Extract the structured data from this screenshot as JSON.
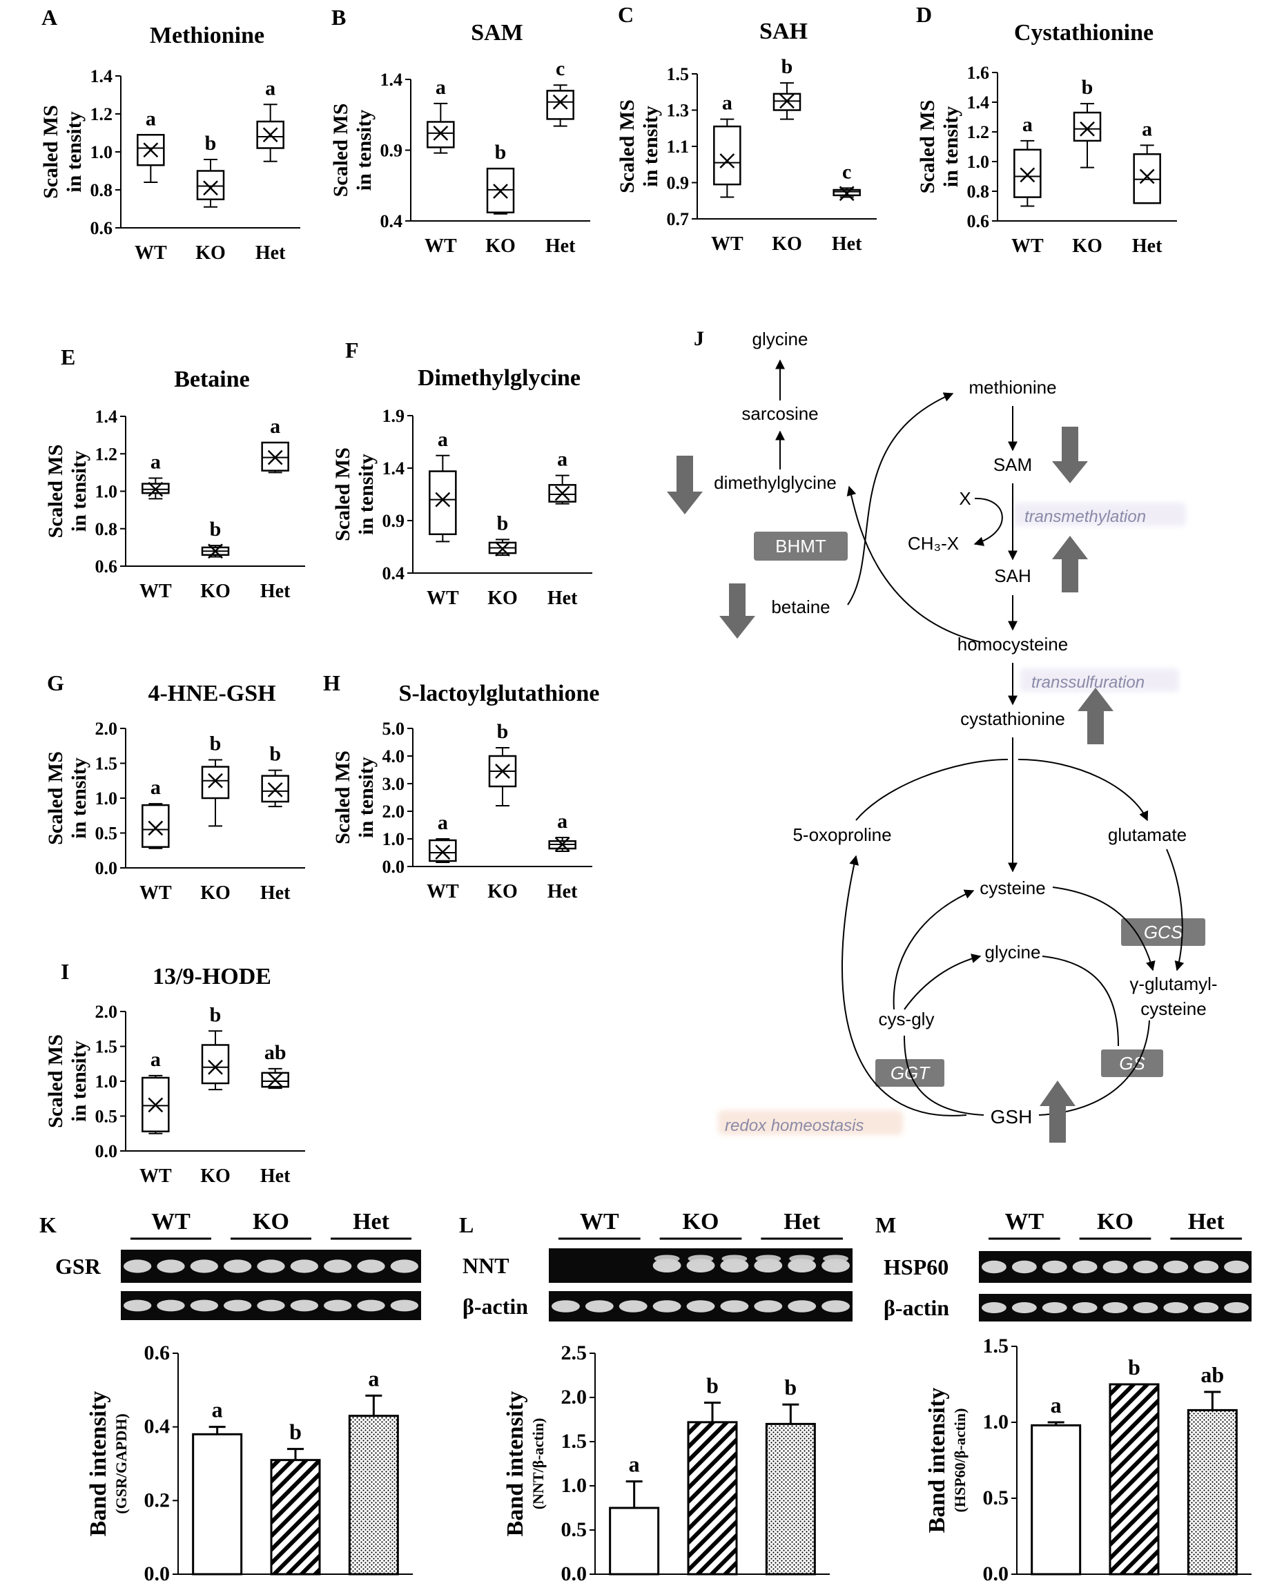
{
  "chart_data": [
    {
      "panel": "A",
      "type": "box",
      "title": "Methionine",
      "ylabel": [
        "Scaled MS",
        "in tensity"
      ],
      "ticks": [
        "0.6",
        "0.8",
        "1.0",
        "1.2",
        "1.4"
      ],
      "ylim": [
        0.6,
        1.4
      ],
      "categories": [
        "WT",
        "KO",
        "Het"
      ],
      "boxes": [
        {
          "min": 0.84,
          "q1": 0.93,
          "median": 1.02,
          "q3": 1.09,
          "max": 1.09,
          "mean": 1.01
        },
        {
          "min": 0.71,
          "q1": 0.75,
          "median": 0.82,
          "q3": 0.9,
          "max": 0.96,
          "mean": 0.81
        },
        {
          "min": 0.95,
          "q1": 1.02,
          "median": 1.08,
          "q3": 1.16,
          "max": 1.25,
          "mean": 1.09
        }
      ],
      "letters": [
        "a",
        "b",
        "a"
      ]
    },
    {
      "panel": "B",
      "type": "box",
      "title": "SAM",
      "ylabel": [
        "Scaled MS",
        "in tensity"
      ],
      "ticks": [
        "0.4",
        "0.9",
        "1.4"
      ],
      "ylim": [
        0.4,
        1.4
      ],
      "categories": [
        "WT",
        "KO",
        "Het"
      ],
      "boxes": [
        {
          "min": 0.88,
          "q1": 0.92,
          "median": 1.02,
          "q3": 1.1,
          "max": 1.23,
          "mean": 1.02
        },
        {
          "min": 0.45,
          "q1": 0.46,
          "median": 0.62,
          "q3": 0.77,
          "max": 0.77,
          "mean": 0.61
        },
        {
          "min": 1.07,
          "q1": 1.12,
          "median": 1.24,
          "q3": 1.32,
          "max": 1.36,
          "mean": 1.24
        }
      ],
      "letters": [
        "a",
        "b",
        "c"
      ]
    },
    {
      "panel": "C",
      "type": "box",
      "title": "SAH",
      "ylabel": [
        "Scaled MS",
        "in tensity"
      ],
      "ticks": [
        "0.7",
        "0.9",
        "1.1",
        "1.3",
        "1.5"
      ],
      "ylim": [
        0.7,
        1.5
      ],
      "categories": [
        "WT",
        "KO",
        "Het"
      ],
      "boxes": [
        {
          "min": 0.82,
          "q1": 0.89,
          "median": 1.01,
          "q3": 1.21,
          "max": 1.25,
          "mean": 1.02
        },
        {
          "min": 1.25,
          "q1": 1.3,
          "median": 1.35,
          "q3": 1.39,
          "max": 1.45,
          "mean": 1.35
        },
        {
          "min": 0.82,
          "q1": 0.83,
          "median": 0.85,
          "q3": 0.86,
          "max": 0.87,
          "mean": 0.84
        }
      ],
      "letters": [
        "a",
        "b",
        "c"
      ]
    },
    {
      "panel": "D",
      "type": "box",
      "title": "Cystathionine",
      "ylabel": [
        "Scaled MS",
        "in tensity"
      ],
      "ticks": [
        "0.6",
        "0.8",
        "1.0",
        "1.2",
        "1.4",
        "1.6"
      ],
      "ylim": [
        0.6,
        1.6
      ],
      "categories": [
        "WT",
        "KO",
        "Het"
      ],
      "boxes": [
        {
          "min": 0.7,
          "q1": 0.76,
          "median": 0.9,
          "q3": 1.08,
          "max": 1.14,
          "mean": 0.91
        },
        {
          "min": 0.96,
          "q1": 1.14,
          "median": 1.22,
          "q3": 1.33,
          "max": 1.39,
          "mean": 1.22
        },
        {
          "min": 0.72,
          "q1": 0.72,
          "median": 0.88,
          "q3": 1.05,
          "max": 1.11,
          "mean": 0.9
        }
      ],
      "letters": [
        "a",
        "b",
        "a"
      ]
    },
    {
      "panel": "E",
      "type": "box",
      "title": "Betaine",
      "ylabel": [
        "Scaled MS",
        "in tensity"
      ],
      "ticks": [
        "0.6",
        "0.8",
        "1.0",
        "1.2",
        "1.4"
      ],
      "ylim": [
        0.6,
        1.4
      ],
      "categories": [
        "WT",
        "KO",
        "Het"
      ],
      "boxes": [
        {
          "min": 0.96,
          "q1": 0.99,
          "median": 1.01,
          "q3": 1.04,
          "max": 1.07,
          "mean": 1.01
        },
        {
          "min": 0.65,
          "q1": 0.66,
          "median": 0.68,
          "q3": 0.7,
          "max": 0.71,
          "mean": 0.68
        },
        {
          "min": 1.1,
          "q1": 1.11,
          "median": 1.18,
          "q3": 1.26,
          "max": 1.26,
          "mean": 1.18
        }
      ],
      "letters": [
        "a",
        "b",
        "a"
      ]
    },
    {
      "panel": "F",
      "type": "box",
      "title": "Dimethylglycine",
      "ylabel": [
        "Scaled MS",
        "in tensity"
      ],
      "ticks": [
        "0.4",
        "0.9",
        "1.4",
        "1.9"
      ],
      "ylim": [
        0.4,
        1.9
      ],
      "categories": [
        "WT",
        "KO",
        "Het"
      ],
      "boxes": [
        {
          "min": 0.7,
          "q1": 0.77,
          "median": 1.1,
          "q3": 1.37,
          "max": 1.52,
          "mean": 1.1
        },
        {
          "min": 0.57,
          "q1": 0.59,
          "median": 0.64,
          "q3": 0.69,
          "max": 0.72,
          "mean": 0.63
        },
        {
          "min": 1.06,
          "q1": 1.08,
          "median": 1.15,
          "q3": 1.24,
          "max": 1.33,
          "mean": 1.16
        }
      ],
      "letters": [
        "a",
        "b",
        "a"
      ]
    },
    {
      "panel": "G",
      "type": "box",
      "title": "4-HNE-GSH",
      "ylabel": [
        "Scaled MS",
        "in tensity"
      ],
      "ticks": [
        "0.0",
        "0.5",
        "1.0",
        "1.5",
        "2.0"
      ],
      "ylim": [
        0,
        2.0
      ],
      "categories": [
        "WT",
        "KO",
        "Het"
      ],
      "boxes": [
        {
          "min": 0.28,
          "q1": 0.3,
          "median": 0.55,
          "q3": 0.9,
          "max": 0.92,
          "mean": 0.57
        },
        {
          "min": 0.6,
          "q1": 1.0,
          "median": 1.25,
          "q3": 1.45,
          "max": 1.55,
          "mean": 1.25
        },
        {
          "min": 0.88,
          "q1": 0.95,
          "median": 1.1,
          "q3": 1.32,
          "max": 1.4,
          "mean": 1.12
        }
      ],
      "letters": [
        "a",
        "b",
        "b"
      ]
    },
    {
      "panel": "H",
      "type": "box",
      "title": "S-lactoylglutathione",
      "ylabel": [
        "Scaled MS",
        "in tensity"
      ],
      "ticks": [
        "0.0",
        "1.0",
        "2.0",
        "3.0",
        "4.0",
        "5.0"
      ],
      "ylim": [
        0,
        5.0
      ],
      "categories": [
        "WT",
        "KO",
        "Het"
      ],
      "boxes": [
        {
          "min": 0.15,
          "q1": 0.2,
          "median": 0.5,
          "q3": 0.95,
          "max": 1.0,
          "mean": 0.52
        },
        {
          "min": 2.2,
          "q1": 2.9,
          "median": 3.45,
          "q3": 4.0,
          "max": 4.3,
          "mean": 3.45
        },
        {
          "min": 0.55,
          "q1": 0.65,
          "median": 0.8,
          "q3": 0.92,
          "max": 1.05,
          "mean": 0.8
        }
      ],
      "letters": [
        "a",
        "b",
        "a"
      ]
    },
    {
      "panel": "I",
      "type": "box",
      "title": "13/9-HODE",
      "ylabel": [
        "Scaled MS",
        "in tensity"
      ],
      "ticks": [
        "0.0",
        "0.5",
        "1.0",
        "1.5",
        "2.0"
      ],
      "ylim": [
        0,
        2.0
      ],
      "categories": [
        "WT",
        "KO",
        "Het"
      ],
      "boxes": [
        {
          "min": 0.25,
          "q1": 0.28,
          "median": 0.65,
          "q3": 1.05,
          "max": 1.08,
          "mean": 0.66
        },
        {
          "min": 0.88,
          "q1": 0.97,
          "median": 1.2,
          "q3": 1.52,
          "max": 1.72,
          "mean": 1.2
        },
        {
          "min": 0.9,
          "q1": 0.92,
          "median": 1.0,
          "q3": 1.12,
          "max": 1.18,
          "mean": 1.02
        }
      ],
      "letters": [
        "a",
        "b",
        "ab"
      ]
    },
    {
      "panel": "K",
      "type": "bar",
      "ylabel": [
        "Band intensity",
        "(GSR/GAPDH)"
      ],
      "ticks": [
        "0.0",
        "0.2",
        "0.4",
        "0.6"
      ],
      "ylim": [
        0,
        0.6
      ],
      "categories": [
        "WT",
        "KO",
        "Het"
      ],
      "values": [
        0.38,
        0.31,
        0.43
      ],
      "errors": [
        0.02,
        0.03,
        0.055
      ],
      "letters": [
        "a",
        "b",
        "a"
      ],
      "patterns": [
        "open",
        "hatch",
        "dots"
      ]
    },
    {
      "panel": "L",
      "type": "bar",
      "ylabel": [
        "Band intensity",
        "(NNT/β-actin)"
      ],
      "ticks": [
        "0.0",
        "0.5",
        "1.0",
        "1.5",
        "2.0",
        "2.5"
      ],
      "ylim": [
        0,
        2.5
      ],
      "categories": [
        "WT",
        "KO",
        "Het"
      ],
      "values": [
        0.75,
        1.72,
        1.7
      ],
      "errors": [
        0.3,
        0.22,
        0.22
      ],
      "letters": [
        "a",
        "b",
        "b"
      ],
      "patterns": [
        "open",
        "hatch",
        "dots"
      ]
    },
    {
      "panel": "M",
      "type": "bar",
      "ylabel": [
        "Band intensity",
        "(HSP60/β-actin)"
      ],
      "ticks": [
        "0.0",
        "0.5",
        "1.0",
        "1.5"
      ],
      "ylim": [
        0,
        1.5
      ],
      "categories": [
        "WT",
        "KO",
        "Het"
      ],
      "values": [
        0.98,
        1.25,
        1.08
      ],
      "errors": [
        0.02,
        0.0,
        0.12
      ],
      "letters": [
        "a",
        "b",
        "ab"
      ],
      "patterns": [
        "open",
        "hatch",
        "dots"
      ]
    }
  ],
  "blots": [
    {
      "panel": "K",
      "groups": [
        "WT",
        "KO",
        "Het"
      ],
      "rows": [
        "GSR",
        ""
      ]
    },
    {
      "panel": "L",
      "groups": [
        "WT",
        "KO",
        "Het"
      ],
      "rows": [
        "NNT",
        "β-actin"
      ]
    },
    {
      "panel": "M",
      "groups": [
        "WT",
        "KO",
        "Het"
      ],
      "rows": [
        "HSP60",
        "β-actin"
      ]
    }
  ],
  "pathway": {
    "panel": "J",
    "nodes": {
      "glycine_top": "glycine",
      "sarcosine": "sarcosine",
      "dimethylglycine": "dimethylglycine",
      "betaine": "betaine",
      "methionine": "methionine",
      "SAM": "SAM",
      "X": "X",
      "CH3X": "CH₃-X",
      "SAH": "SAH",
      "homocysteine": "homocysteine",
      "cystathionine": "cystathionine",
      "oxoproline": "5-oxoproline",
      "glutamate": "glutamate",
      "cysteine": "cysteine",
      "glycine_bottom": "glycine",
      "gglu1": "γ-glutamyl-",
      "gglu2": "cysteine",
      "cysgly": "cys-gly",
      "GSH": "GSH"
    },
    "enzymes": {
      "BHMT": "BHMT",
      "GCS": "GCS",
      "GS": "GS",
      "GGT": "GGT"
    },
    "processes": {
      "transmethylation": "transmethylation",
      "transsulfuration": "transsulfuration",
      "redox": "redox homeostasis"
    }
  },
  "colors": {
    "arrow_gray": "#6b6b6b",
    "enzyme_box": "#7a7a7a",
    "process_text": "#8a8aa8",
    "redox_glow": "#f6d9c8",
    "text": "#000000"
  }
}
